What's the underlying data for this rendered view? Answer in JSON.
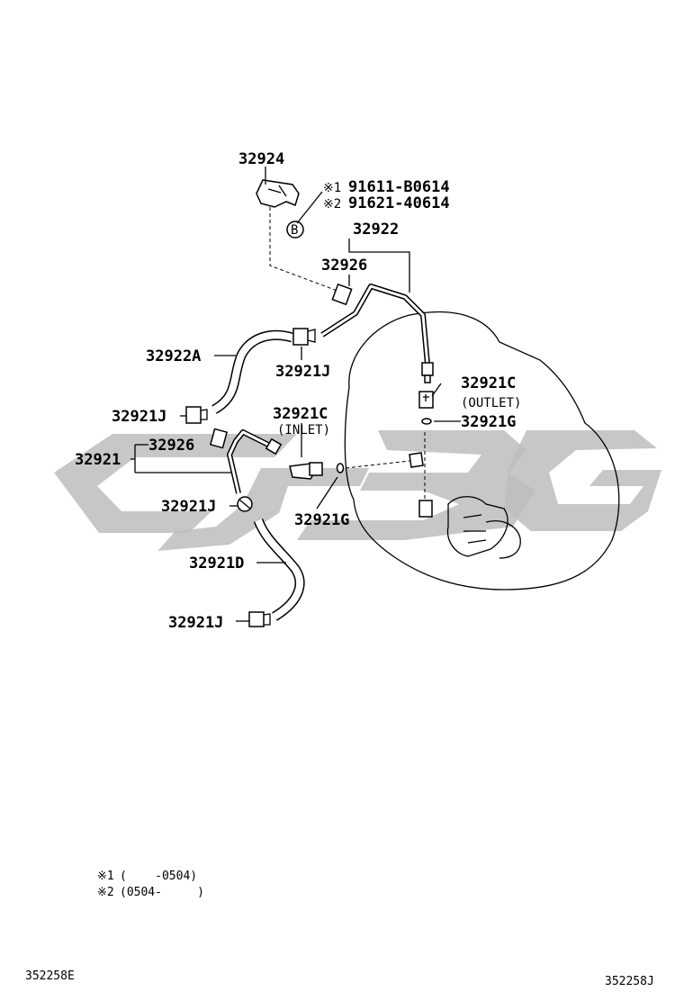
{
  "watermark": "CJBG",
  "labels": {
    "p32924": "32924",
    "p91611": "91611-B0614",
    "p91621": "91621-40614",
    "mark1": "※1",
    "mark2": "※2",
    "circleB": "B",
    "p32922": "32922",
    "p32926_top": "32926",
    "p32922A": "32922A",
    "p32921J_a": "32921J",
    "p32921C_outlet": "32921C",
    "outlet": "(OUTLET)",
    "p32921G_right": "32921G",
    "p32921J_b": "32921J",
    "p32921C_inlet": "32921C",
    "inlet": "(INLET)",
    "p32921": "32921",
    "p32926_low": "32926",
    "p32921J_c": "32921J",
    "p32921G_low": "32921G",
    "p32921D": "32921D",
    "p32921J_d": "32921J"
  },
  "notes": {
    "line1_mark": "※1",
    "line1_text": "(    -0504)",
    "line2_mark": "※2",
    "line2_text": "(0504-     )"
  },
  "footer": {
    "left": "352258E",
    "right": "352258J"
  }
}
